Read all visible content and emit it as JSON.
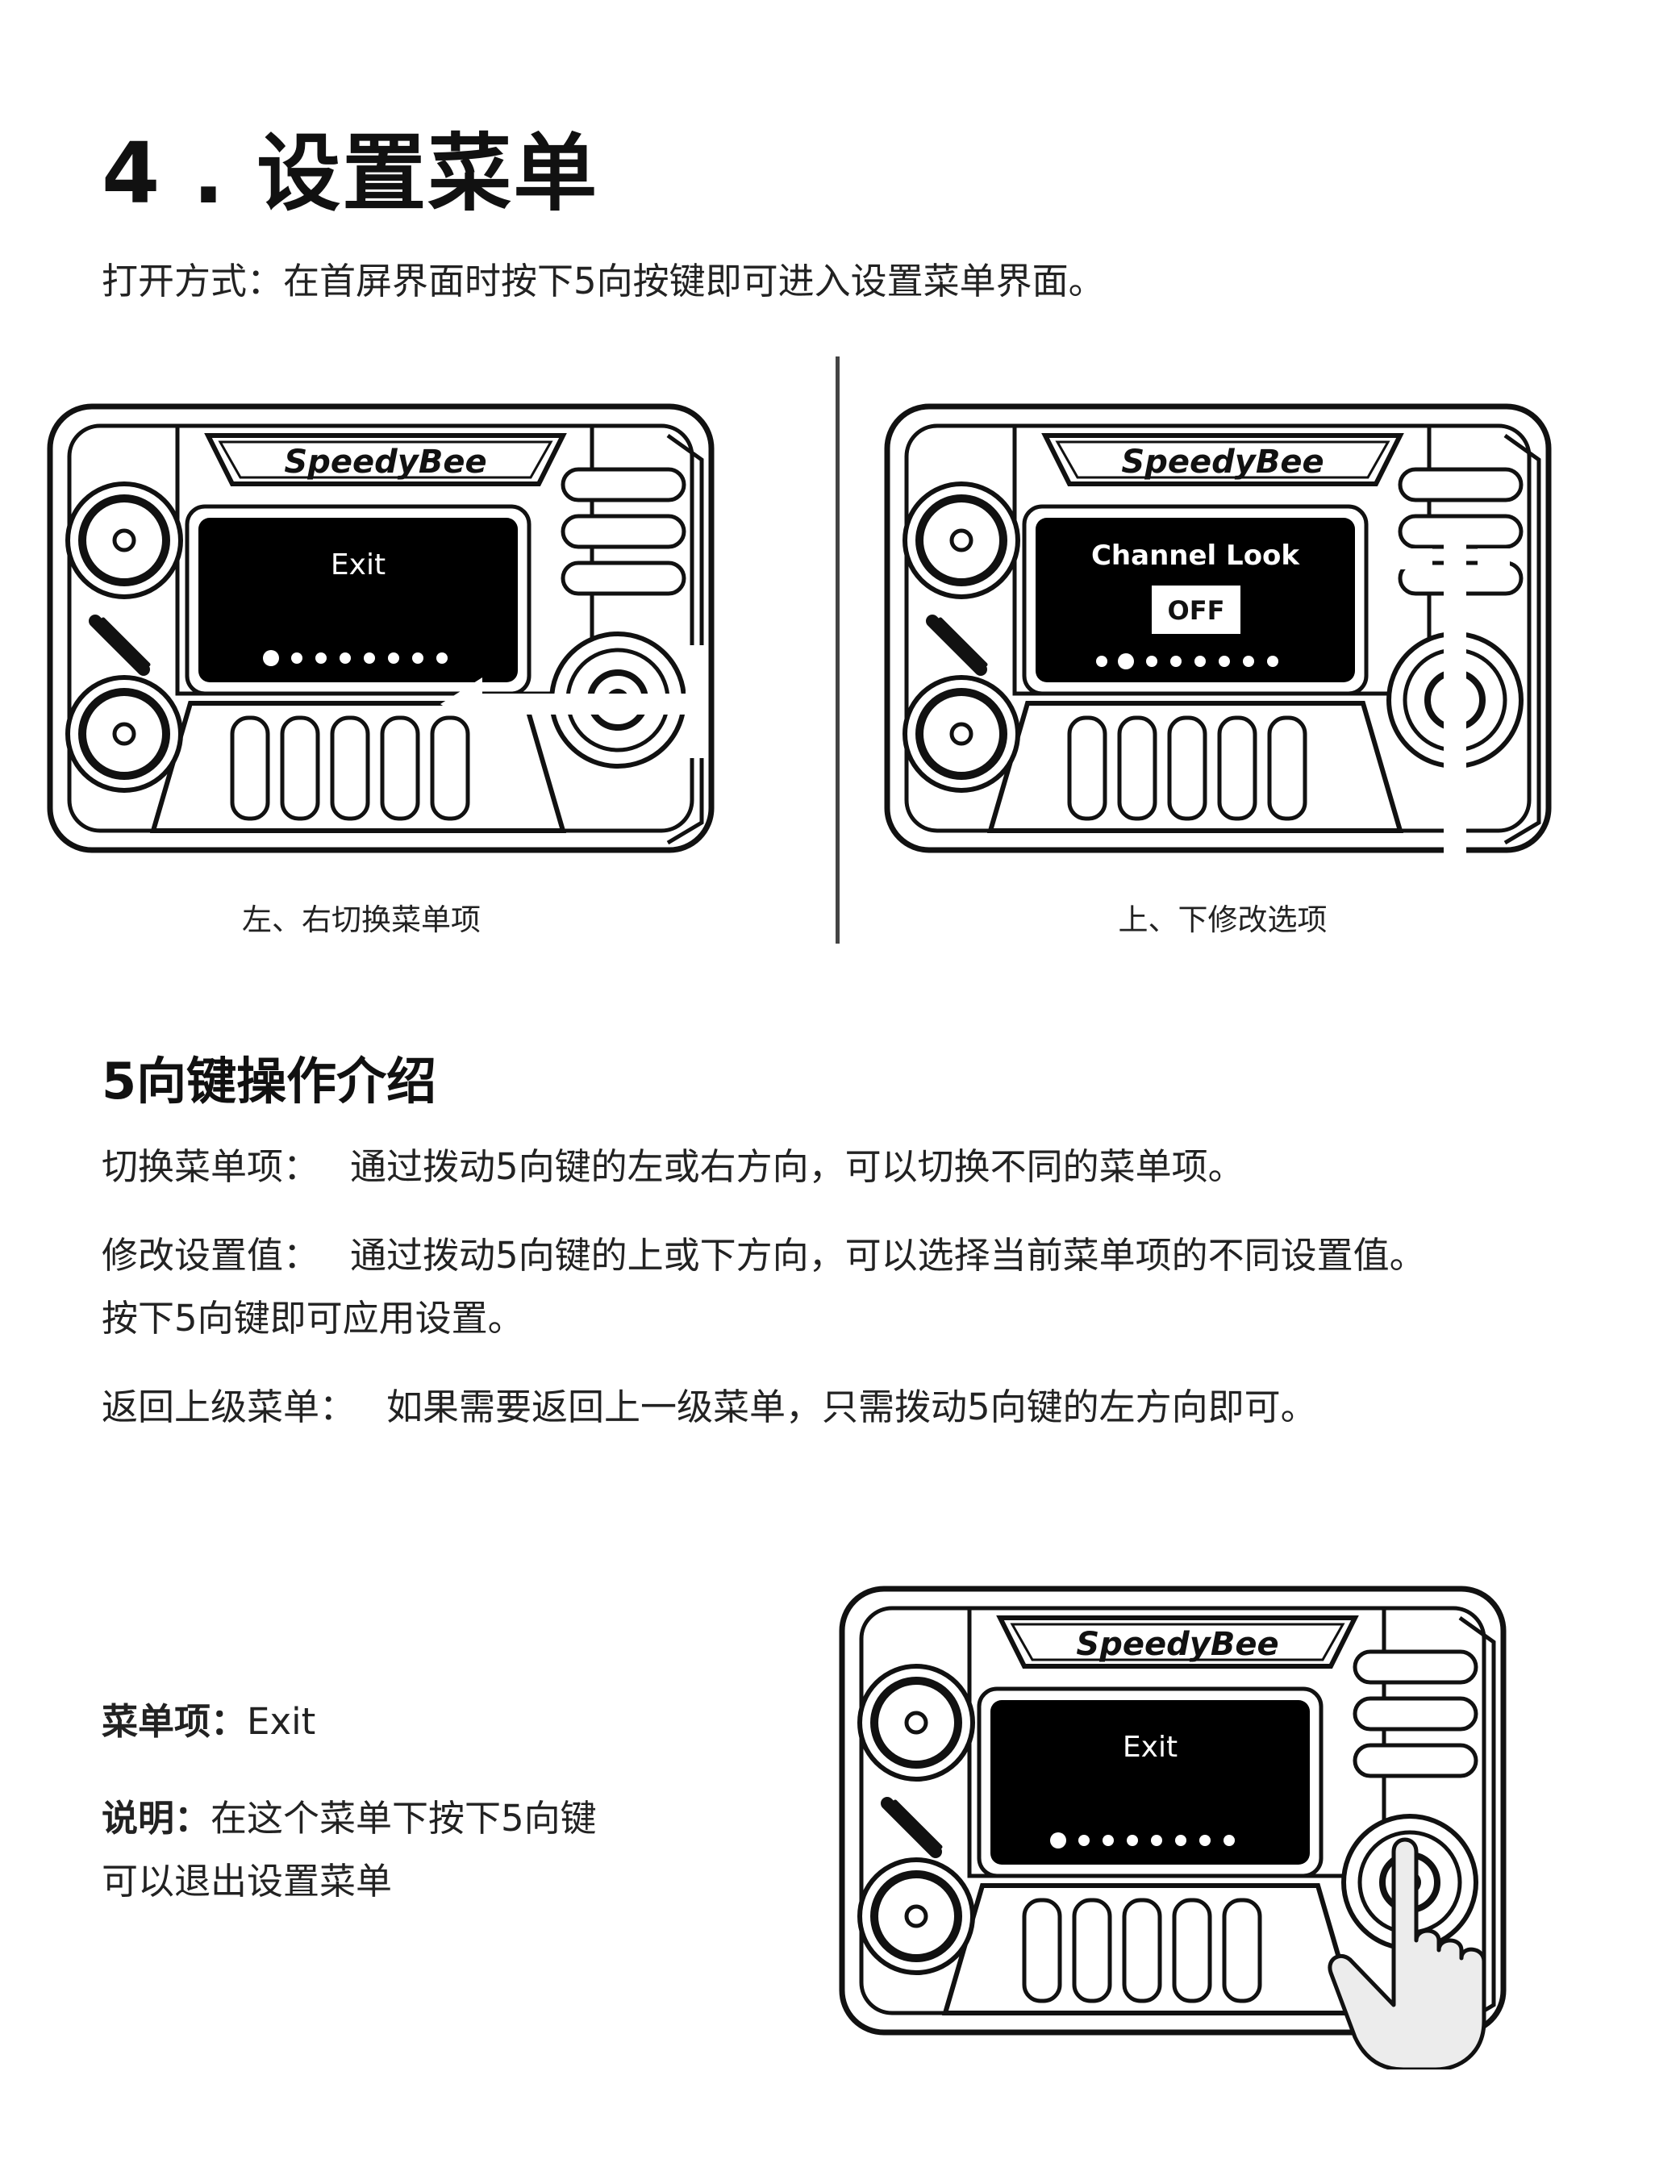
{
  "section_title": "4 . 设置菜单",
  "intro": "打开方式：在首屏界面时按下5向按键即可进入设置菜单界面。",
  "device": {
    "brand": "SpeedyBee",
    "left_screen": {
      "label": "Exit",
      "dots": 8,
      "active_dot": 1
    },
    "right_screen": {
      "label": "Channel Look",
      "value": "OFF",
      "dots": 8,
      "active_dot": 2
    },
    "bottom_screen": {
      "label": "Exit",
      "dots": 8,
      "active_dot": 1
    }
  },
  "captions": {
    "left": "左、右切换菜单项",
    "right": "上、下修改选项"
  },
  "joystick_section": {
    "heading": "5向键操作介绍",
    "items": [
      {
        "label": "切换菜单项：",
        "text": "通过拨动5向键的左或右方向，可以切换不同的菜单项。"
      },
      {
        "label": "修改设置值：",
        "text": "通过拨动5向键的上或下方向，可以选择当前菜单项的不同设置值。",
        "text2": "按下5向键即可应用设置。"
      },
      {
        "label": "返回上级菜单：",
        "text": "如果需要返回上一级菜单，只需拨动5向键的左方向即可。"
      }
    ]
  },
  "exit_item": {
    "menu_label": "菜单项：",
    "menu_value": "Exit",
    "desc_label": "说明：",
    "desc_line1": "在这个菜单下按下5向键",
    "desc_line2": "可以退出设置菜单"
  }
}
